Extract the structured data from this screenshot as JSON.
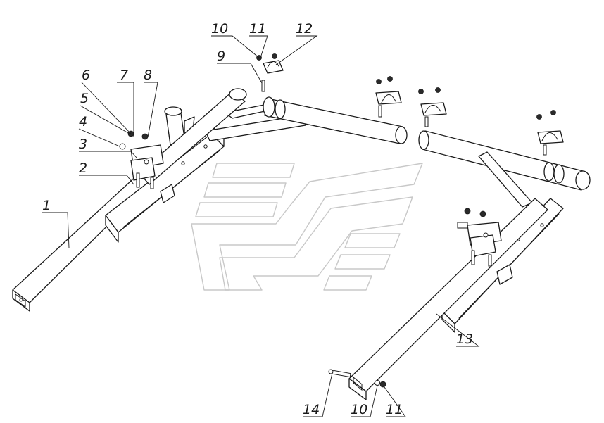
{
  "callouts": [
    {
      "label": "1"
    },
    {
      "label": "2"
    },
    {
      "label": "3"
    },
    {
      "label": "4"
    },
    {
      "label": "5"
    },
    {
      "label": "6"
    },
    {
      "label": "7"
    },
    {
      "label": "8"
    },
    {
      "label": "9"
    },
    {
      "label": "10"
    },
    {
      "label": "11"
    },
    {
      "label": "12"
    },
    {
      "label": "13"
    },
    {
      "label": "14"
    },
    {
      "label": "10"
    },
    {
      "label": "11"
    }
  ]
}
